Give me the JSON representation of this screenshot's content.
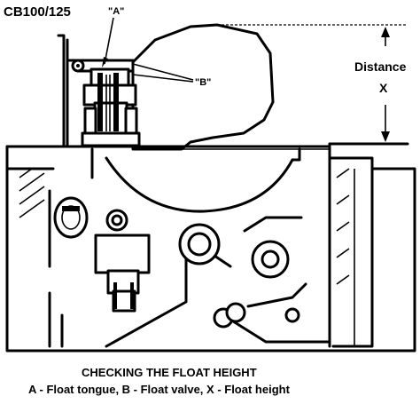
{
  "model_label": "CB100/125",
  "callout_a": "\"A\"",
  "callout_b": "\"B\"",
  "distance_label": "Distance",
  "distance_symbol": "X",
  "caption_title": "CHECKING THE FLOAT HEIGHT",
  "caption_legend": "A - Float tongue, B - Float valve, X - Float height"
}
